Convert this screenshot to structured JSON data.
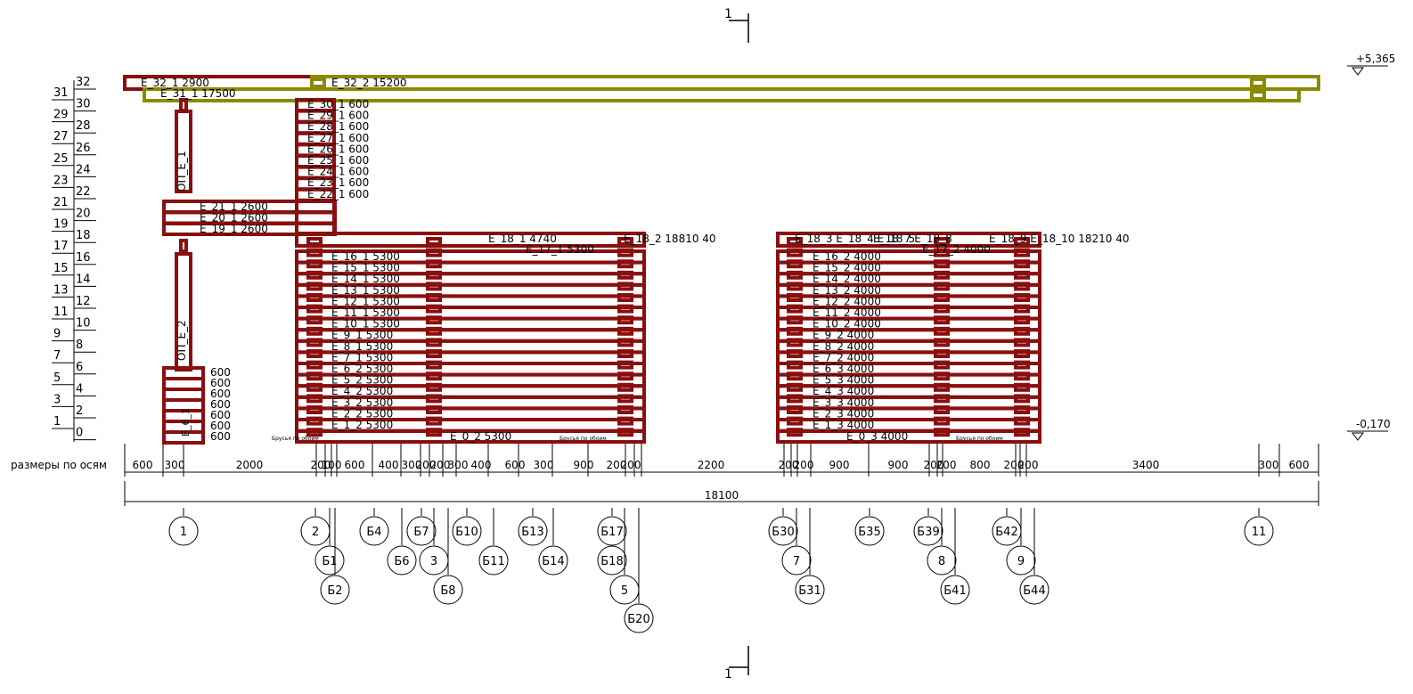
{
  "title_axis_row": "размеры по осям",
  "section_mark": "1",
  "elevations": {
    "top": "+5,365",
    "bottom": "-0,170"
  },
  "row_numbers_left": [
    "31",
    "29",
    "27",
    "25",
    "23",
    "21",
    "19",
    "17",
    "15",
    "13",
    "11",
    "9",
    "7",
    "5",
    "3",
    "1"
  ],
  "row_numbers_right": [
    "32",
    "30",
    "28",
    "26",
    "24",
    "22",
    "20",
    "18",
    "16",
    "14",
    "12",
    "10",
    "8",
    "6",
    "4",
    "2",
    "0"
  ],
  "top_beams": [
    {
      "label": "Е_32_1  2900"
    },
    {
      "label": "Е_32_2  15200"
    },
    {
      "label": "Е_31_1  17500"
    }
  ],
  "column_labels": {
    "upper": "ОП_Е_1",
    "lower": "ОП_Е_2"
  },
  "short_stack_labels": [
    "Е_30_1  600",
    "Е_29_1  600",
    "Е_28_1  600",
    "Е_27_1  600",
    "Е_26_1  600",
    "Е_25_1  600",
    "Е_24_1  600",
    "Е_23_1  600",
    "Е_22_1  600"
  ],
  "mid_beams": [
    "Е_21_1  2600",
    "Е_20_1  2600",
    "Е_19_1  2600"
  ],
  "small_stack_labels": [
    "600",
    "600",
    "600",
    "600",
    "600",
    "600",
    "600"
  ],
  "small_stack_vertical": "Е_6_1",
  "block1_header": {
    "e18": "Е_18_1  4740",
    "e17": "Е_17_1  5300",
    "e18b": "Е_18_2  18810  40"
  },
  "block1_labels": [
    "Е_16_1  5300",
    "Е_15_1  5300",
    "Е_14_1  5300",
    "Е_13_1  5300",
    "Е_12_1  5300",
    "Е_11_1  5300",
    "Е_10_1  5300",
    "Е_9_1  5300",
    "Е_8_1  5300",
    "Е_7_1  5300",
    "Е_6_2  5300",
    "Е_5_2  5300",
    "Е_4_2  5300",
    "Е_3_2  5300",
    "Е_2_2  5300",
    "Е_1_2  5300"
  ],
  "block1_bottom": "Е_0_2  5300",
  "block2_header": {
    "left": "Е_18_3  Е_18_4  Е_18_5",
    "mid": "Е_18_7  Е_18_8",
    "right": "Е_18_9  Е_18_10  18210  40",
    "e17": "Е_17_2  4000"
  },
  "block2_labels": [
    "Е_16_2  4000",
    "Е_15_2  4000",
    "Е_14_2  4000",
    "Е_13_2  4000",
    "Е_12_2  4000",
    "Е_11_2  4000",
    "Е_10_2  4000",
    "Е_9_2  4000",
    "Е_8_2  4000",
    "Е_7_2  4000",
    "Е_6_3  4000",
    "Е_5_3  4000",
    "Е_4_3  4000",
    "Е_3_3  4000",
    "Е_2_3  4000",
    "Е_1_3  4000"
  ],
  "block2_bottom": "Е_0_3  4000",
  "small_notes": [
    "Брусья  по  обоим",
    "Брусья  по  обоим",
    "Брусья  по  обоим"
  ],
  "dimensions": [
    "600",
    "300",
    "2000",
    "200",
    "100",
    "600",
    "400",
    "300",
    "200",
    "200",
    "300",
    "400",
    "600",
    "300",
    "900",
    "200",
    "200",
    "2200",
    "200",
    "200",
    "900",
    "900",
    "200",
    "200",
    "800",
    "200",
    "200",
    "3400",
    "300",
    "600"
  ],
  "total_dimension": "18100",
  "axis_markers": [
    {
      "label": "1"
    },
    {
      "label": "2"
    },
    {
      "label": "Б1"
    },
    {
      "label": "Б2"
    },
    {
      "label": "Б4"
    },
    {
      "label": "Б6"
    },
    {
      "label": "Б7"
    },
    {
      "label": "3"
    },
    {
      "label": "Б8"
    },
    {
      "label": "Б10"
    },
    {
      "label": "Б11"
    },
    {
      "label": "Б13"
    },
    {
      "label": "Б14"
    },
    {
      "label": "Б17"
    },
    {
      "label": "Б18"
    },
    {
      "label": "5"
    },
    {
      "label": "Б20"
    },
    {
      "label": "Б30"
    },
    {
      "label": "7"
    },
    {
      "label": "Б31"
    },
    {
      "label": "Б35"
    },
    {
      "label": "Б39"
    },
    {
      "label": "8"
    },
    {
      "label": "Б41"
    },
    {
      "label": "Б42"
    },
    {
      "label": "9"
    },
    {
      "label": "Б44"
    },
    {
      "label": "11"
    }
  ],
  "colors": {
    "beam": "#8a0f0f",
    "top_beam": "#8a8a00",
    "line": "#000000"
  }
}
